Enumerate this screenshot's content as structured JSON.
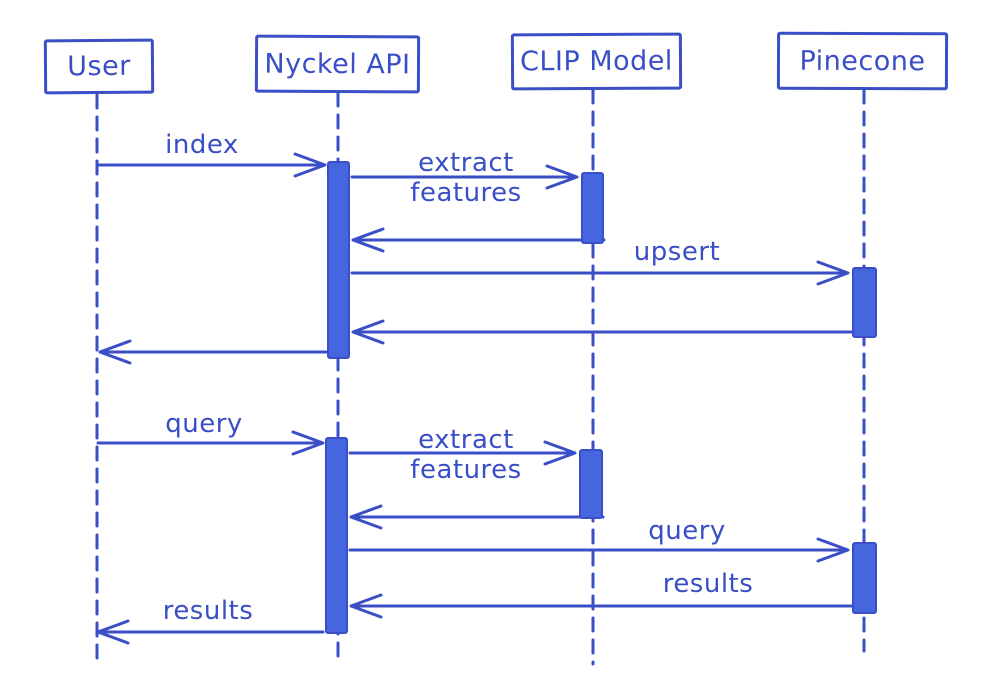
{
  "diagram": {
    "type": "sequence-diagram",
    "style": "hand-drawn",
    "colors": {
      "ink": "#3a4ec6",
      "activation_fill": "#4666e0",
      "background": "#ffffff"
    },
    "actors": [
      {
        "name": "User"
      },
      {
        "name": "Nyckel API"
      },
      {
        "name": "CLIP Model"
      },
      {
        "name": "Pinecone"
      }
    ],
    "messages": [
      {
        "from": "User",
        "to": "Nyckel API",
        "label": "index"
      },
      {
        "from": "Nyckel API",
        "to": "CLIP Model",
        "label": "extract\nfeatures"
      },
      {
        "from": "CLIP Model",
        "to": "Nyckel API",
        "label": ""
      },
      {
        "from": "Nyckel API",
        "to": "Pinecone",
        "label": "upsert"
      },
      {
        "from": "Pinecone",
        "to": "Nyckel API",
        "label": ""
      },
      {
        "from": "Nyckel API",
        "to": "User",
        "label": ""
      },
      {
        "from": "User",
        "to": "Nyckel API",
        "label": "query"
      },
      {
        "from": "Nyckel API",
        "to": "CLIP Model",
        "label": "extract\nfeatures"
      },
      {
        "from": "CLIP Model",
        "to": "Nyckel API",
        "label": ""
      },
      {
        "from": "Nyckel API",
        "to": "Pinecone",
        "label": "query"
      },
      {
        "from": "Pinecone",
        "to": "Nyckel API",
        "label": "results"
      },
      {
        "from": "Nyckel API",
        "to": "User",
        "label": "results"
      }
    ]
  }
}
